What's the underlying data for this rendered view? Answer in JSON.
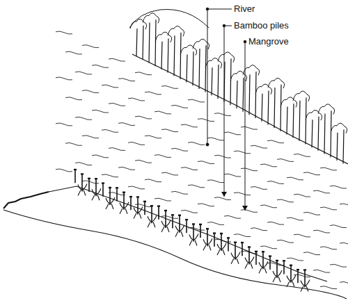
{
  "diagram": {
    "labels": [
      "River",
      "Bamboo piles",
      "Mangrove"
    ]
  }
}
